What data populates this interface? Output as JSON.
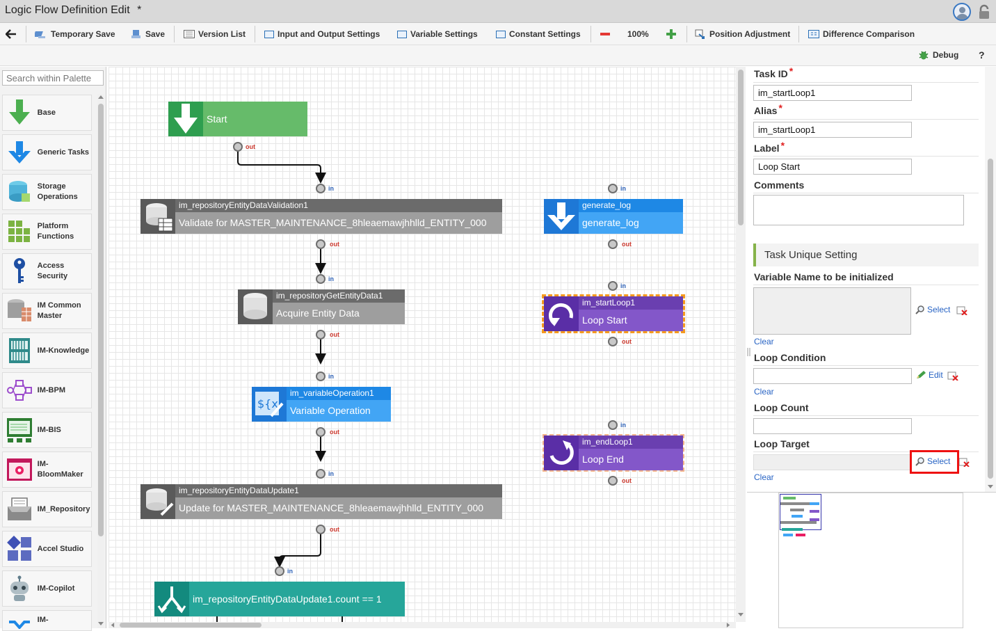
{
  "window": {
    "title": "Logic Flow Definition Edit",
    "modified_mark": "*"
  },
  "toolbar": {
    "back_label": "",
    "temporary_save": "Temporary Save",
    "save": "Save",
    "version_list": "Version List",
    "io_settings": "Input and Output Settings",
    "variable_settings": "Variable Settings",
    "constant_settings": "Constant Settings",
    "zoom": "100%",
    "position_adjustment": "Position Adjustment",
    "difference_comparison": "Difference Comparison",
    "debug": "Debug",
    "help": "?"
  },
  "palette": {
    "search_placeholder": "Search within Palette",
    "items": [
      {
        "label": "Base",
        "icon": "arrow-down-icon"
      },
      {
        "label": "Generic Tasks",
        "icon": "arrow-down-icon"
      },
      {
        "label": "Storage Operations",
        "icon": "storage-icon"
      },
      {
        "label": "Platform Functions",
        "icon": "grid-icon"
      },
      {
        "label": "Access Security",
        "icon": "key-icon"
      },
      {
        "label": "IM Common Master",
        "icon": "master-icon"
      },
      {
        "label": "IM-Knowledge",
        "icon": "knowledge-icon"
      },
      {
        "label": "IM-BPM",
        "icon": "bpm-icon"
      },
      {
        "label": "IM-BIS",
        "icon": "bis-icon"
      },
      {
        "label": "IM-BloomMaker",
        "icon": "bloom-icon"
      },
      {
        "label": "IM_Repository",
        "icon": "repository-icon"
      },
      {
        "label": "Accel Studio",
        "icon": "blocks-icon"
      },
      {
        "label": "IM-Copilot",
        "icon": "robot-icon"
      },
      {
        "label": "IM-",
        "icon": "arrow-down-icon"
      }
    ]
  },
  "flow": {
    "start": {
      "label": "Start",
      "out": "out"
    },
    "validate": {
      "id": "im_repositoryEntityDataValidation1",
      "label": "Validate for MASTER_MAINTENANCE_8hleaemawjhhlld_ENTITY_000",
      "in": "in",
      "out": "out"
    },
    "get": {
      "id": "im_repositoryGetEntityData1",
      "label": "Acquire Entity Data",
      "in": "in",
      "out": "out"
    },
    "var": {
      "id": "im_variableOperation1",
      "label": "Variable Operation",
      "in": "in",
      "out": "out"
    },
    "update": {
      "id": "im_repositoryEntityDataUpdate1",
      "label": "Update for MASTER_MAINTENANCE_8hleaemawjhhlld_ENTITY_000",
      "in": "in",
      "out": "out"
    },
    "branch": {
      "label": "im_repositoryEntityDataUpdate1.count == 1",
      "in": "in"
    },
    "log": {
      "id": "generate_log",
      "label": "generate_log",
      "in": "in",
      "out": "out"
    },
    "loopstart": {
      "id": "im_startLoop1",
      "label": "Loop Start",
      "in": "in",
      "out": "out"
    },
    "loopend": {
      "id": "im_endLoop1",
      "label": "Loop End",
      "in": "in",
      "out": "out"
    }
  },
  "props": {
    "task_id_label": "Task ID",
    "task_id_value": "im_startLoop1",
    "alias_label": "Alias",
    "alias_value": "im_startLoop1",
    "label_label": "Label",
    "label_value": "Loop Start",
    "comments_label": "Comments",
    "section_title": "Task Unique Setting",
    "var_init_label": "Variable Name to be initialized",
    "select": "Select",
    "clear": "Clear",
    "edit": "Edit",
    "loop_condition_label": "Loop Condition",
    "loop_count_label": "Loop Count",
    "loop_target_label": "Loop Target",
    "required_mark": "*"
  },
  "colors": {
    "start": "#66bb6a",
    "generic": "#2196f3",
    "storage_header": "#6b6b6b",
    "storage_body": "#9e9e9e",
    "loop_header": "#6a3fb0",
    "loop_body": "#8357c9",
    "branch": "#26a69a",
    "highlight": "#e11111"
  }
}
